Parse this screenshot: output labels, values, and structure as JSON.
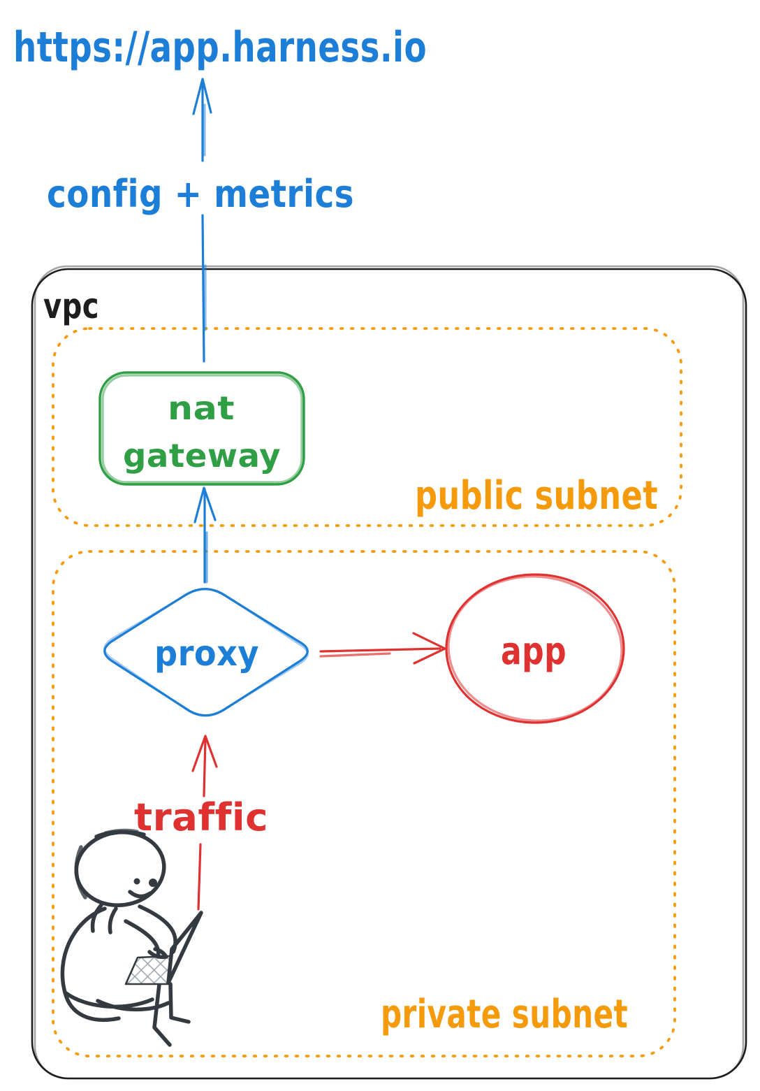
{
  "diagram": {
    "external_url_label": "https://app.harness.io",
    "config_arrow_label": "config + metrics",
    "traffic_arrow_label": "traffic",
    "vpc": {
      "label": "vpc"
    },
    "public_subnet": {
      "label": "public subnet"
    },
    "private_subnet": {
      "label": "private subnet"
    },
    "nat_gateway": {
      "label_line1": "nat",
      "label_line2": "gateway"
    },
    "proxy": {
      "label": "proxy"
    },
    "app": {
      "label": "app"
    }
  },
  "icons": {
    "person_illustration": "person-with-laptop"
  },
  "colors": {
    "blue": "#1c7ed6",
    "green": "#2f9e44",
    "orange": "#f59b0b",
    "red": "#e03131",
    "dark": "#343a40",
    "border": "#1e1e1e",
    "background": "#ffffff"
  }
}
